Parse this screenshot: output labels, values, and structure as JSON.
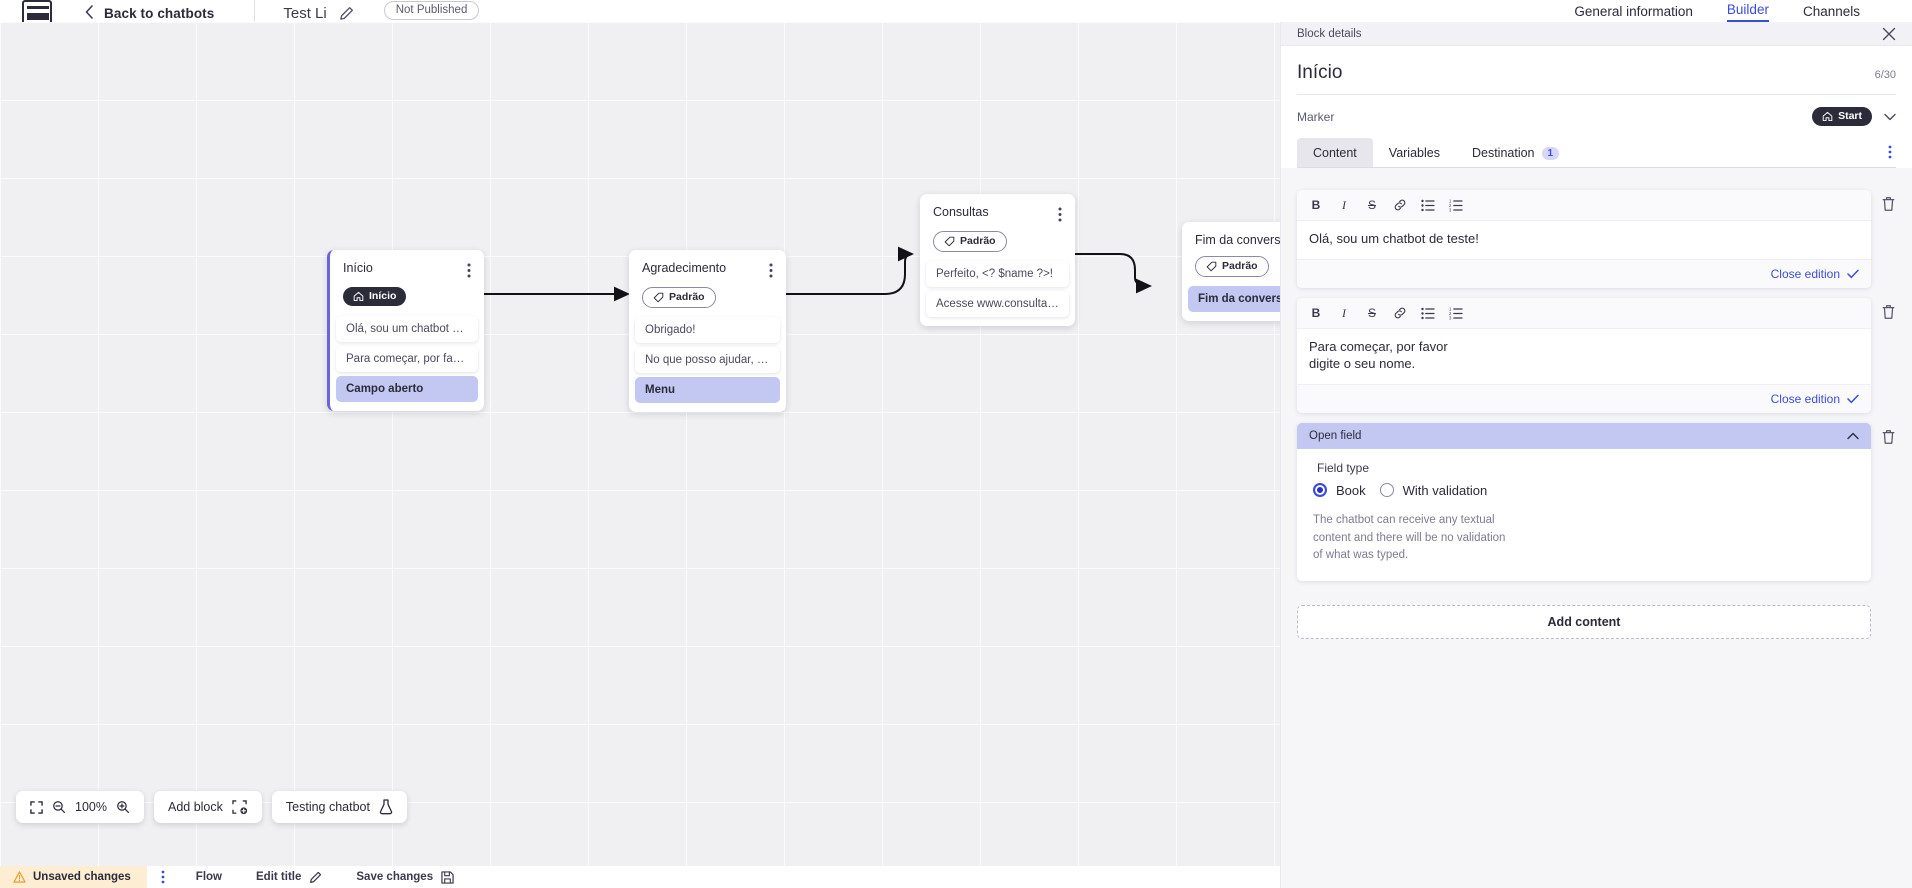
{
  "topbar": {
    "logo_icon": "app-logo-icon",
    "back_chevron_icon": "chevron-left-icon",
    "back_label": "Back to chatbots",
    "bot_title": "Test Li",
    "edit_pencil_icon": "pencil-icon",
    "status_badge": "Not Published",
    "nav": [
      {
        "label": "General information",
        "active": false
      },
      {
        "label": "Builder",
        "active": true
      },
      {
        "label": "Channels",
        "active": false
      }
    ]
  },
  "canvas": {
    "zoom_value": "100%",
    "fit_icon": "fit-screen-icon",
    "zoom_out_icon": "zoom-out-icon",
    "zoom_in_icon": "zoom-in-icon",
    "add_block_label": "Add block",
    "add_block_icon": "add-block-icon",
    "testing_label": "Testing chatbot",
    "testing_icon": "flask-icon",
    "nodes": [
      {
        "id": "inicio",
        "title": "Início",
        "chip": {
          "label": "Início",
          "icon": "home-icon",
          "style": "dark"
        },
        "kebab_icon": "kebab-menu-icon",
        "selected": true,
        "rows": [
          {
            "text": "Olá, sou um chatbot de teste!",
            "highlight": false
          },
          {
            "text": "Para começar, por favor digite o ...",
            "highlight": false
          },
          {
            "text": "Campo aberto",
            "highlight": true
          }
        ]
      },
      {
        "id": "agradecimento",
        "title": "Agradecimento",
        "chip": {
          "label": "Padrão",
          "icon": "tag-icon",
          "style": "light"
        },
        "kebab_icon": "kebab-menu-icon",
        "selected": false,
        "rows": [
          {
            "text": "Obrigado!",
            "highlight": false
          },
          {
            "text": "No que posso ajudar, <? $name ...",
            "highlight": false
          },
          {
            "text": "Menu",
            "highlight": true
          }
        ]
      },
      {
        "id": "consultas",
        "title": "Consultas",
        "chip": {
          "label": "Padrão",
          "icon": "tag-icon",
          "style": "light"
        },
        "kebab_icon": "kebab-menu-icon",
        "selected": false,
        "rows": [
          {
            "text": "Perfeito, <? $name ?>!",
            "highlight": false
          },
          {
            "text": "Acesse www.consultas.com par...",
            "highlight": false
          }
        ]
      },
      {
        "id": "fim",
        "title": "Fim da conversa",
        "chip": {
          "label": "Padrão",
          "icon": "tag-icon",
          "style": "light"
        },
        "kebab_icon": "",
        "selected": false,
        "rows": [
          {
            "text": "Fim da conversa",
            "highlight": true
          }
        ]
      }
    ]
  },
  "statusbar": {
    "warning_icon": "warning-triangle-icon",
    "unsaved_label": "Unsaved changes",
    "kebab_icon": "kebab-menu-icon",
    "flow_label": "Flow",
    "edit_title_label": "Edit title",
    "edit_title_icon": "pencil-icon",
    "save_label": "Save changes",
    "save_icon": "save-disk-icon"
  },
  "panel": {
    "bar_title": "Block details",
    "close_icon": "close-x-icon",
    "heading": "Início",
    "char_count": "6/30",
    "marker_label": "Marker",
    "marker_value": "Start",
    "marker_icon": "home-icon",
    "marker_caret_icon": "chevron-down-icon",
    "tabs": [
      {
        "label": "Content",
        "active": true,
        "badge": ""
      },
      {
        "label": "Variables",
        "active": false,
        "badge": ""
      },
      {
        "label": "Destination",
        "active": false,
        "badge": "1"
      }
    ],
    "tabs_kebab_icon": "kebab-menu-icon",
    "toolbar_buttons": [
      {
        "name": "bold-icon",
        "glyph": "B"
      },
      {
        "name": "italic-icon",
        "glyph": "I"
      },
      {
        "name": "strikethrough-icon",
        "glyph": "S"
      },
      {
        "name": "link-icon",
        "glyph": "link"
      },
      {
        "name": "bullet-list-icon",
        "glyph": "ul"
      },
      {
        "name": "numbered-list-icon",
        "glyph": "ol"
      }
    ],
    "editors": [
      {
        "text": "Olá, sou um chatbot de teste!",
        "close_label": "Close edition",
        "check_icon": "check-icon",
        "trash_icon": "trash-icon"
      },
      {
        "text": "Para começar, por favor digite o seu nome.",
        "close_label": "Close edition",
        "check_icon": "check-icon",
        "trash_icon": "trash-icon"
      }
    ],
    "open_field": {
      "title": "Open field",
      "collapse_icon": "chevron-up-icon",
      "trash_icon": "trash-icon",
      "legend": "Field type",
      "options": [
        {
          "label": "Book",
          "selected": true
        },
        {
          "label": "With validation",
          "selected": false
        }
      ],
      "description": "The chatbot can receive any textual content and there will be no validation of what was typed."
    },
    "add_content_label": "Add content"
  },
  "colors": {
    "accent": "#3b4ddb",
    "highlight": "#c3c8f2",
    "dark": "#2b2b3a",
    "warning_bg": "#fdeed3"
  }
}
